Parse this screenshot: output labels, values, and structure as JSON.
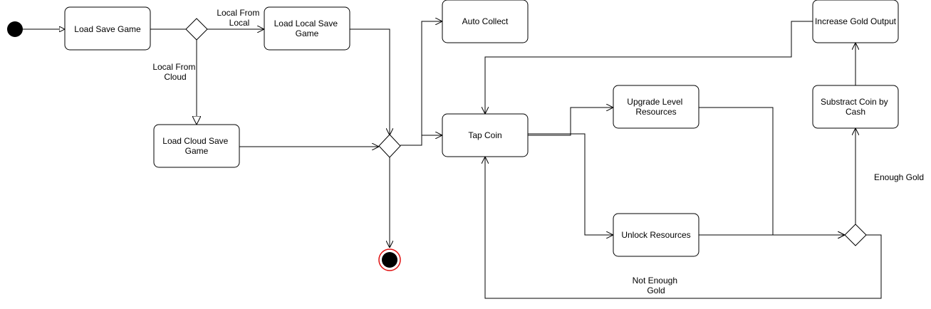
{
  "colors": {
    "stroke": "#000000",
    "fill": "#ffffff",
    "end_ring": "#e01010"
  },
  "nodes": {
    "load_save_game": [
      "Load Save Game"
    ],
    "load_local_save_game": [
      "Load Local Save",
      "Game"
    ],
    "load_cloud_save_game": [
      "Load Cloud Save",
      "Game"
    ],
    "auto_collect": [
      "Auto Collect"
    ],
    "tap_coin": [
      "Tap Coin"
    ],
    "upgrade_level_resources": [
      "Upgrade Level",
      "Resources"
    ],
    "unlock_resources": [
      "Unlock Resources"
    ],
    "substract_coin_by_cash": [
      "Substract Coin by",
      "Cash"
    ],
    "increase_gold_output": [
      "Increase Gold Output"
    ]
  },
  "edge_labels": {
    "local_from_local": [
      "Local From",
      "Local"
    ],
    "local_from_cloud": [
      "Local From",
      "Cloud"
    ],
    "enough_gold": [
      "Enough Gold"
    ],
    "not_enough_gold": [
      "Not Enough",
      "Gold"
    ]
  }
}
